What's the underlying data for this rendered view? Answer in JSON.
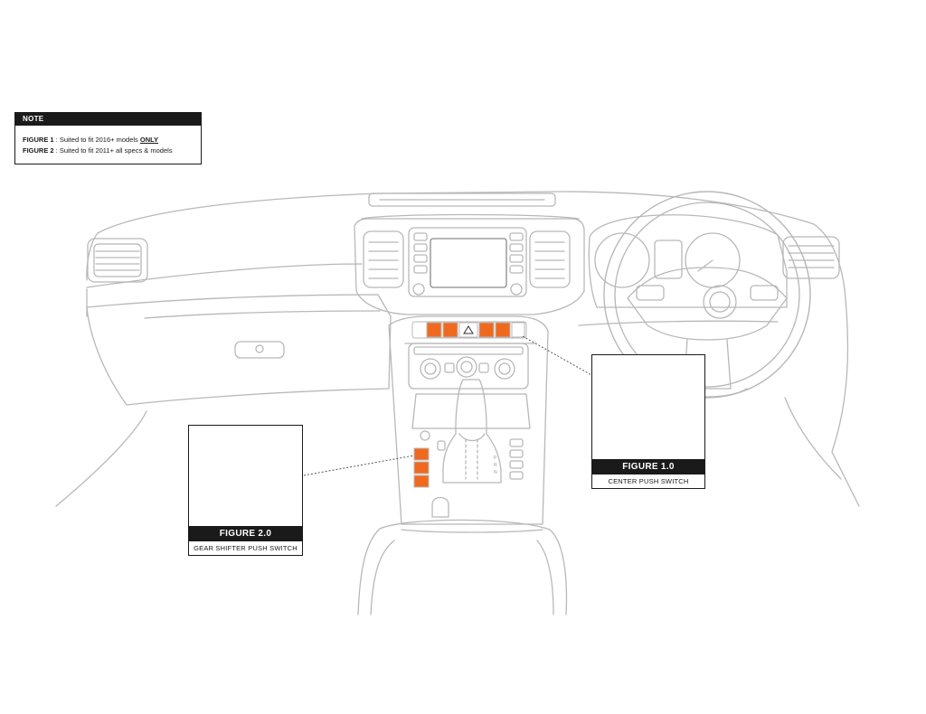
{
  "note": {
    "heading": "NOTE",
    "lines": [
      {
        "label": "FIGURE 1",
        "text": " : Suited to fit 2016+ models ",
        "emphasis": "ONLY"
      },
      {
        "label": "FIGURE 2",
        "text": " : Suited to fit 2011+ all specs & models",
        "emphasis": ""
      }
    ]
  },
  "figures": {
    "fig1": {
      "title": "FIGURE 1.0",
      "caption": "CENTER PUSH SWITCH"
    },
    "fig2": {
      "title": "FIGURE 2.0",
      "caption": "GEAR SHIFTER PUSH SWITCH"
    }
  },
  "colors": {
    "line": "#b8b8b8",
    "dark": "#1a1a1a",
    "highlight": "#ef6a1f",
    "switch_body": "#2a2a2a"
  },
  "icons": [
    "hazard-icon",
    "connector-icon",
    "steering-wheel",
    "gear-shifter"
  ]
}
